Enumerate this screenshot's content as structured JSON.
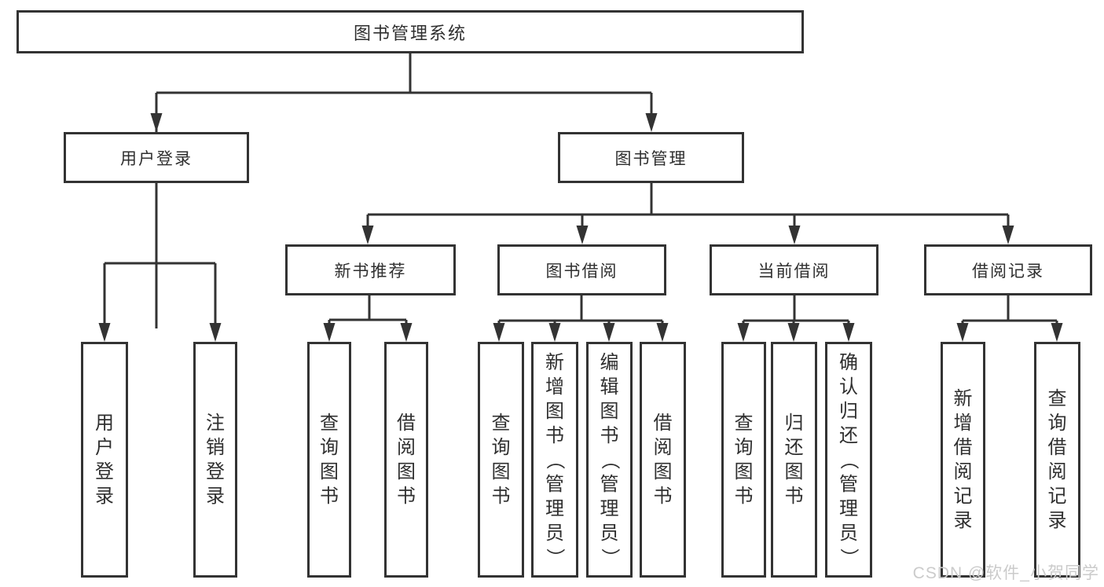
{
  "diagram": {
    "watermark": "CSDN @软件_小贺同学",
    "colors": {
      "line": "#333333",
      "text": "#2f2f2f",
      "background": "#ffffff",
      "watermark": "#cbcbcb"
    },
    "tree": {
      "root": "图书管理系统",
      "branches": [
        {
          "label": "用户登录",
          "leaves": [
            "用户登录",
            "注销登录"
          ]
        },
        {
          "label": "图书管理",
          "groups": [
            {
              "label": "新书推荐",
              "leaves": [
                "查询图书",
                "借阅图书"
              ]
            },
            {
              "label": "图书借阅",
              "leaves": [
                "查询图书",
                "新增图书（管理员）",
                "编辑图书（管理员）",
                "借阅图书"
              ]
            },
            {
              "label": "当前借阅",
              "leaves": [
                "查询图书",
                "归还图书",
                "确认归还（管理员）"
              ]
            },
            {
              "label": "借阅记录",
              "leaves": [
                "新增借阅记录",
                "查询借阅记录"
              ]
            }
          ]
        }
      ]
    }
  }
}
